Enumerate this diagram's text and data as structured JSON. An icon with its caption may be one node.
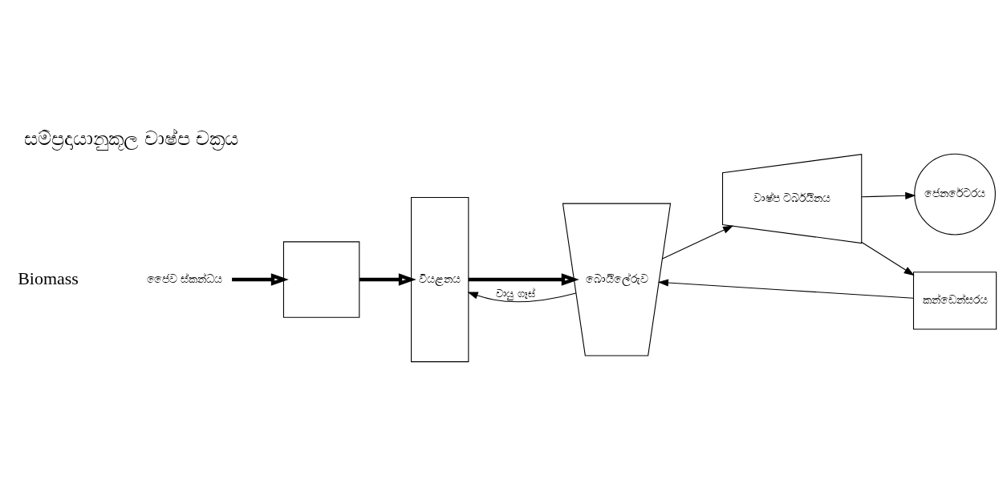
{
  "diagram": {
    "title": "සම්ප්‍රදායානුකූල වාෂ්ප චක්‍රය",
    "nodes": [
      {
        "text": [
          "ජෛව ස්කන්ධය"
        ]
      },
      {
        "text": [],
        "shape": "box"
      },
      {
        "text": [
          "වියළනය"
        ]
      },
      {
        "text": [
          "බොයිලේරුව"
        ]
      },
      {
        "text": [
          "වාෂ්ප ටර්බයිනය"
        ]
      },
      {
        "text": [
          "ජෙනරේටරය"
        ]
      },
      {
        "text": [
          "කන්ඩෙන්සරය"
        ]
      }
    ],
    "edges": [
      {
        "from": 0,
        "to": 1,
        "arrow": "to",
        "style": "thick"
      },
      {
        "from": 1,
        "to": 2,
        "arrow": "to",
        "style": "thick"
      },
      {
        "from": 2,
        "to": 3,
        "arrow": "to",
        "style": "thick"
      },
      {
        "from": 3,
        "to": 4,
        "arrow": "to"
      },
      {
        "from": 4,
        "to": 5,
        "arrow": "to"
      },
      {
        "from": 4,
        "to": 6,
        "arrow": "to"
      },
      {
        "from": 6,
        "to": 3,
        "arrow": "to"
      },
      {
        "from": 3,
        "to": 2,
        "arrow": "to",
        "label": "වායු ගෑස්"
      }
    ],
    "labels": [
      "Biomass"
    ]
  }
}
